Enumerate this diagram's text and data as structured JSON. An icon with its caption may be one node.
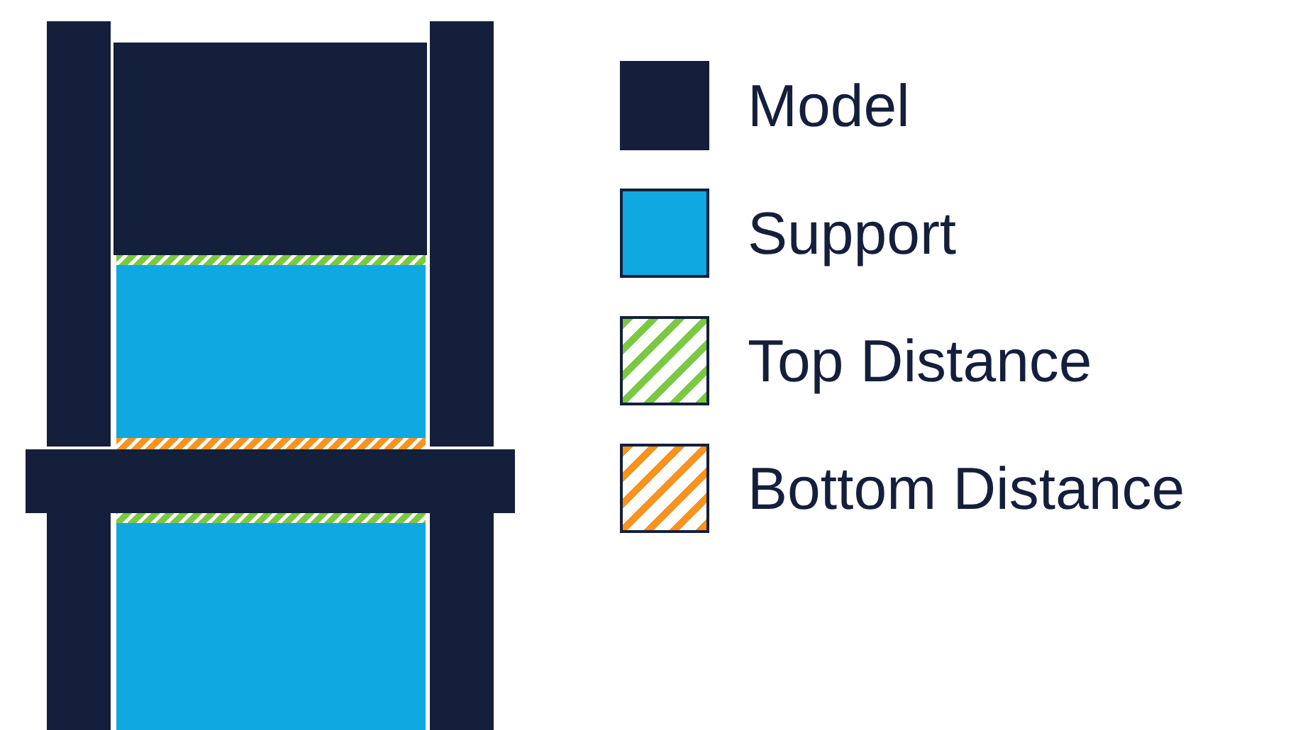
{
  "diagram": {
    "legend": [
      {
        "text": "Model",
        "color": "#141f3c"
      },
      {
        "text": "Support",
        "color": "#0fa8e0"
      },
      {
        "text": "Top Distance",
        "color": "#7ac943"
      },
      {
        "text": "Bottom Distance",
        "color": "#f7931e"
      }
    ]
  }
}
